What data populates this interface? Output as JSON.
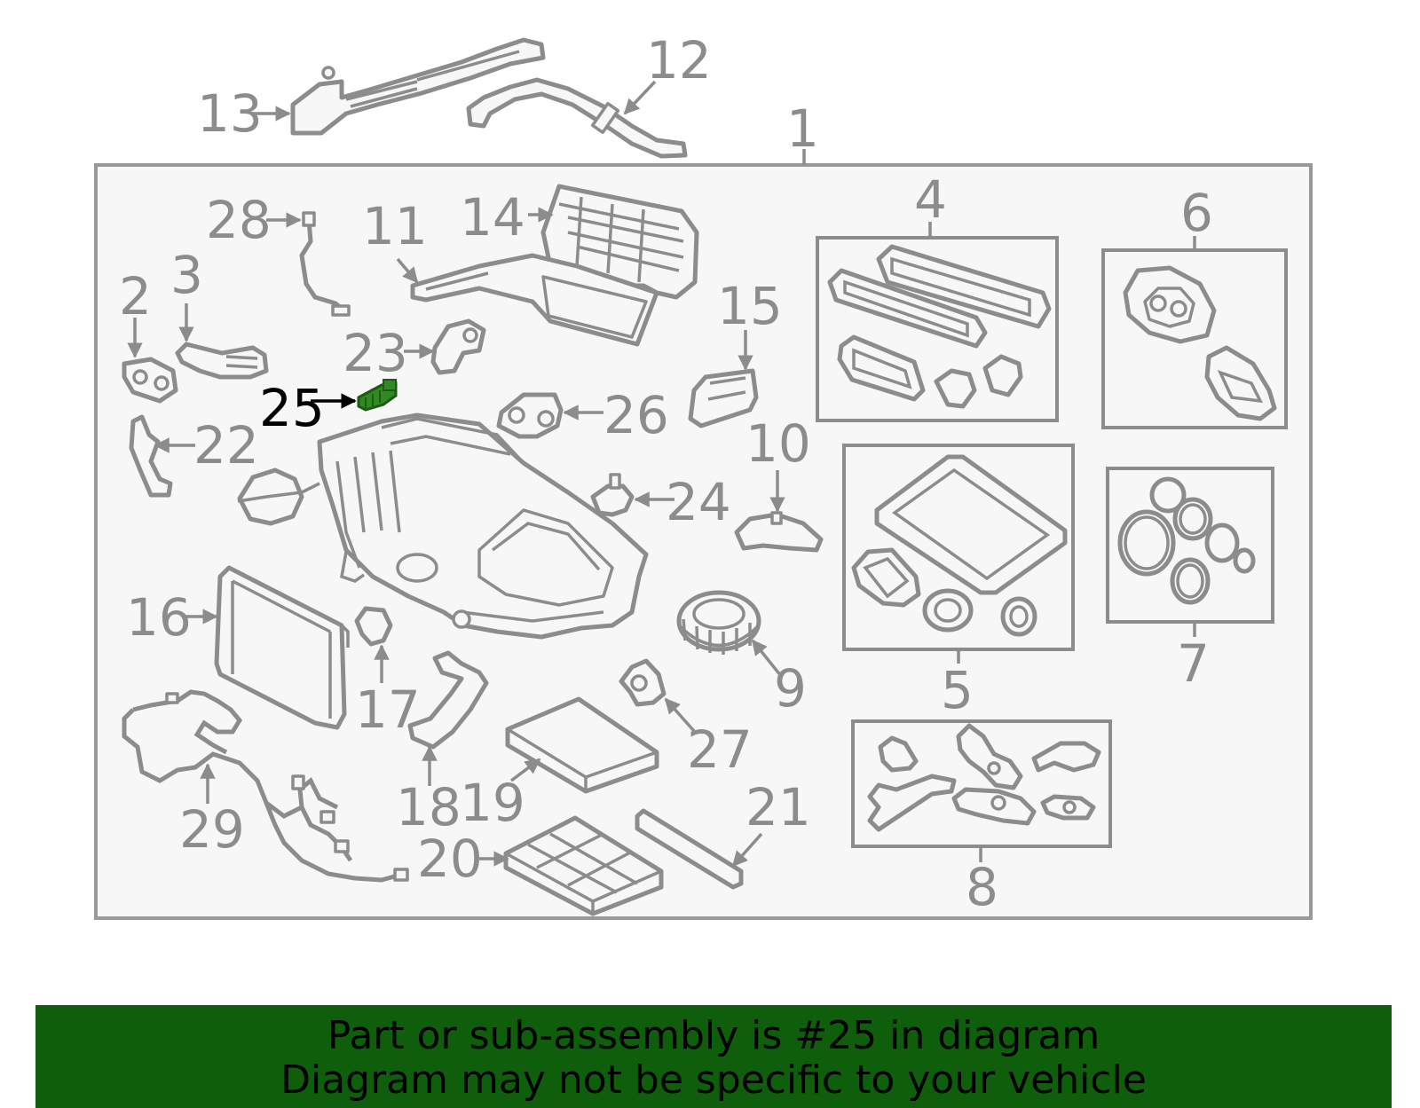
{
  "diagram": {
    "highlighted_part": "25",
    "callouts": {
      "c1": "1",
      "c2": "2",
      "c3": "3",
      "c4": "4",
      "c5": "5",
      "c6": "6",
      "c7": "7",
      "c8": "8",
      "c9": "9",
      "c10": "10",
      "c11": "11",
      "c12": "12",
      "c13": "13",
      "c14": "14",
      "c15": "15",
      "c16": "16",
      "c17": "17",
      "c18": "18",
      "c19": "19",
      "c20": "20",
      "c21": "21",
      "c22": "22",
      "c23": "23",
      "c24": "24",
      "c25": "25",
      "c26": "26",
      "c27": "27",
      "c28": "28",
      "c29": "29"
    },
    "colors": {
      "line": "#8c8c8c",
      "frame_fill": "#f7f7f7",
      "highlight_part": "#2f8a21",
      "highlight_text": "#000000",
      "banner_bg": "#0f5e0b"
    }
  },
  "banner": {
    "line1": "Part or sub-assembly is #25 in diagram",
    "line2": "Diagram may not be specific to your vehicle"
  }
}
